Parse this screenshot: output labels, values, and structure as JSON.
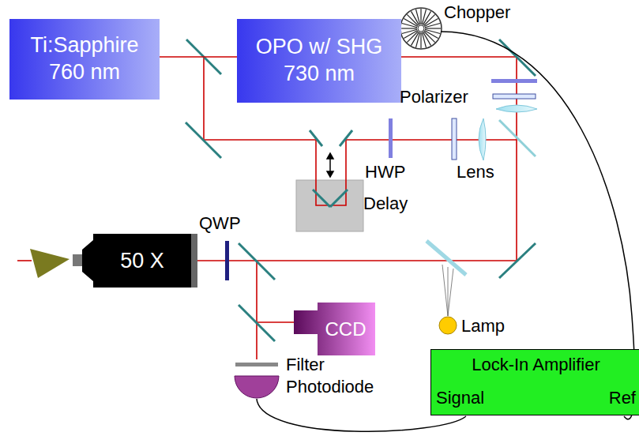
{
  "diagram": {
    "nodes": [
      {
        "text": [
          "Ti:Sapphire 760 nm"
        ]
      },
      {
        "text": [
          "OPO w/ SHG 730 nm"
        ]
      },
      {
        "text": [
          "50 X"
        ]
      },
      {
        "text": [
          "CCD"
        ]
      },
      {
        "text": [
          "Lock-In Amplifier",
          "Signal",
          "Ref"
        ]
      }
    ],
    "edges": [
      {
        "from": 0,
        "to": 1,
        "arrow": "none"
      }
    ],
    "labels": [
      "Chopper",
      "Polarizer",
      "HWP",
      "Lens",
      "Delay",
      "QWP",
      "Lamp",
      "Filter",
      "Photodiode"
    ]
  }
}
